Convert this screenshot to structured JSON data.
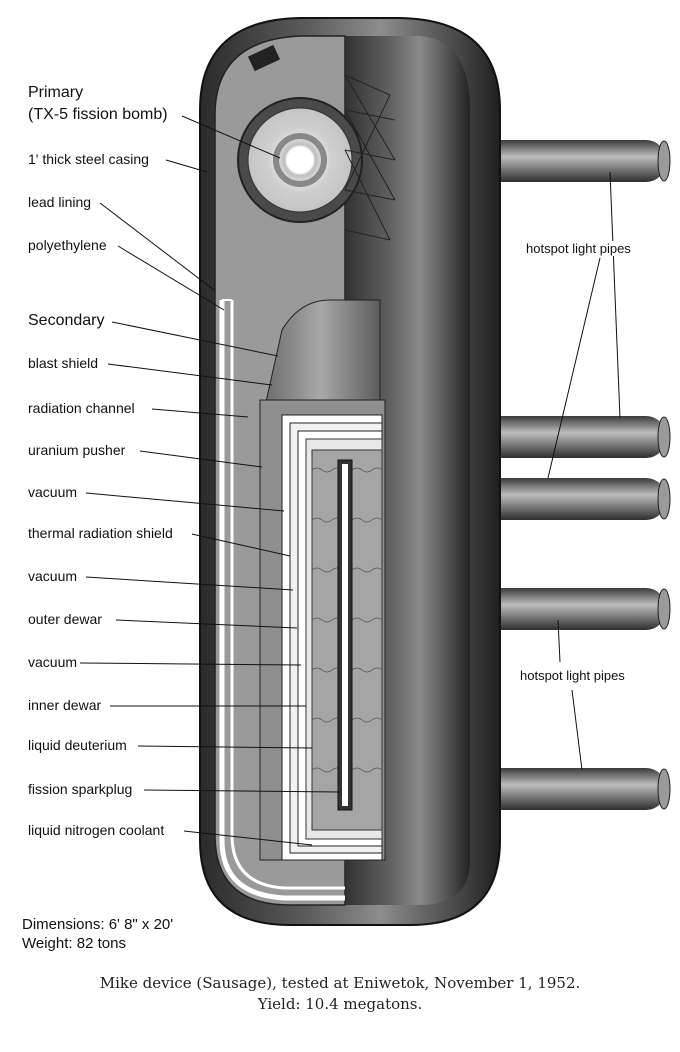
{
  "labels": {
    "primary": "Primary",
    "primary_sub": "(TX-5 fission bomb)",
    "steel_casing": "1' thick steel casing",
    "lead_lining": "lead lining",
    "polyethylene": "polyethylene",
    "secondary": "Secondary",
    "blast_shield": "blast shield",
    "radiation_channel": "radiation channel",
    "uranium_pusher": "uranium pusher",
    "vacuum_1": "vacuum",
    "thermal_radiation_shield": "thermal radiation shield",
    "vacuum_2": "vacuum",
    "outer_dewar": "outer dewar",
    "vacuum_3": "vacuum",
    "inner_dewar": "inner dewar",
    "liquid_deuterium": "liquid deuterium",
    "fission_sparkplug": "fission sparkplug",
    "liquid_nitrogen_coolant": "liquid nitrogen coolant"
  },
  "pipe_labels": {
    "upper": "hotspot light pipes",
    "lower": "hotspot light pipes"
  },
  "dimensions": "Dimensions: 6' 8\" x 20'",
  "weight": "Weight: 82 tons",
  "caption_line1": "Mike device (Sausage), tested at Eniwetok, November 1, 1952.",
  "caption_line2": "Yield: 10.4 megatons.",
  "colors": {
    "casing_dark": "#3a3a3a",
    "casing_mid": "#6b6b6b",
    "inner_fill": "#9a9a9a",
    "secondary_body": "#8c8c8c",
    "ink": "#111111"
  }
}
